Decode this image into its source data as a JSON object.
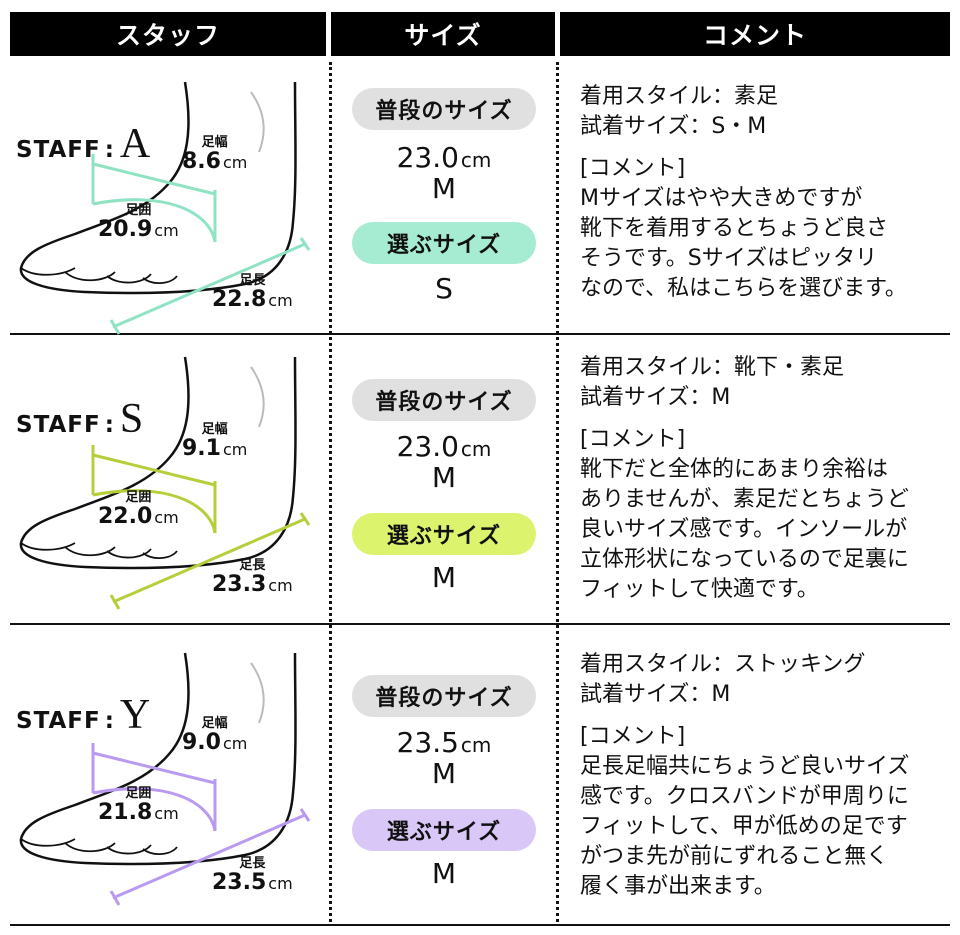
{
  "headers": {
    "staff": "スタッフ",
    "size": "サイズ",
    "comment": "コメント"
  },
  "labels": {
    "staff_prefix": "STAFF",
    "colon": ":",
    "usual_size": "普段のサイズ",
    "chosen_size": "選ぶサイズ",
    "foot_width": "足幅",
    "foot_girth": "足囲",
    "foot_length": "足長",
    "unit_cm": "cm",
    "comment_heading": "[コメント]"
  },
  "rows": [
    {
      "initial": "A",
      "accent": "#8fe3c3",
      "pill_color": "#a6ecd2",
      "width": "8.6",
      "girth": "20.9",
      "length": "22.8",
      "usual_cm": "23.0",
      "usual_letter": "M",
      "chosen": "S",
      "style_line": "着用スタイル：素足",
      "tried_line": "試着サイズ：S・M",
      "comment": "Mサイズはやや大きめですが\n靴下を着用するとちょうど良さ\nそうです。Sサイズはピッタリ\nなので、私はこちらを選びます。"
    },
    {
      "initial": "S",
      "accent": "#b5cf3b",
      "pill_color": "#dcf36e",
      "width": "9.1",
      "girth": "22.0",
      "length": "23.3",
      "usual_cm": "23.0",
      "usual_letter": "M",
      "chosen": "M",
      "style_line": "着用スタイル：靴下・素足",
      "tried_line": "試着サイズ：M",
      "comment": "靴下だと全体的にあまり余裕は\nありませんが、素足だとちょうど\n良いサイズ感です。インソールが\n立体形状になっているので足裏に\nフィットして快適です。"
    },
    {
      "initial": "Y",
      "accent": "#b99af0",
      "pill_color": "#d9c7f7",
      "width": "9.0",
      "girth": "21.8",
      "length": "23.5",
      "usual_cm": "23.5",
      "usual_letter": "M",
      "chosen": "M",
      "style_line": "着用スタイル：ストッキング",
      "tried_line": "試着サイズ：M",
      "comment": "足長足幅共にちょうど良いサイズ\n感です。クロスバンドが甲周りに\nフィットして、甲が低めの足です\nがつま先が前にずれること無く\n履く事が出来ます。"
    }
  ]
}
